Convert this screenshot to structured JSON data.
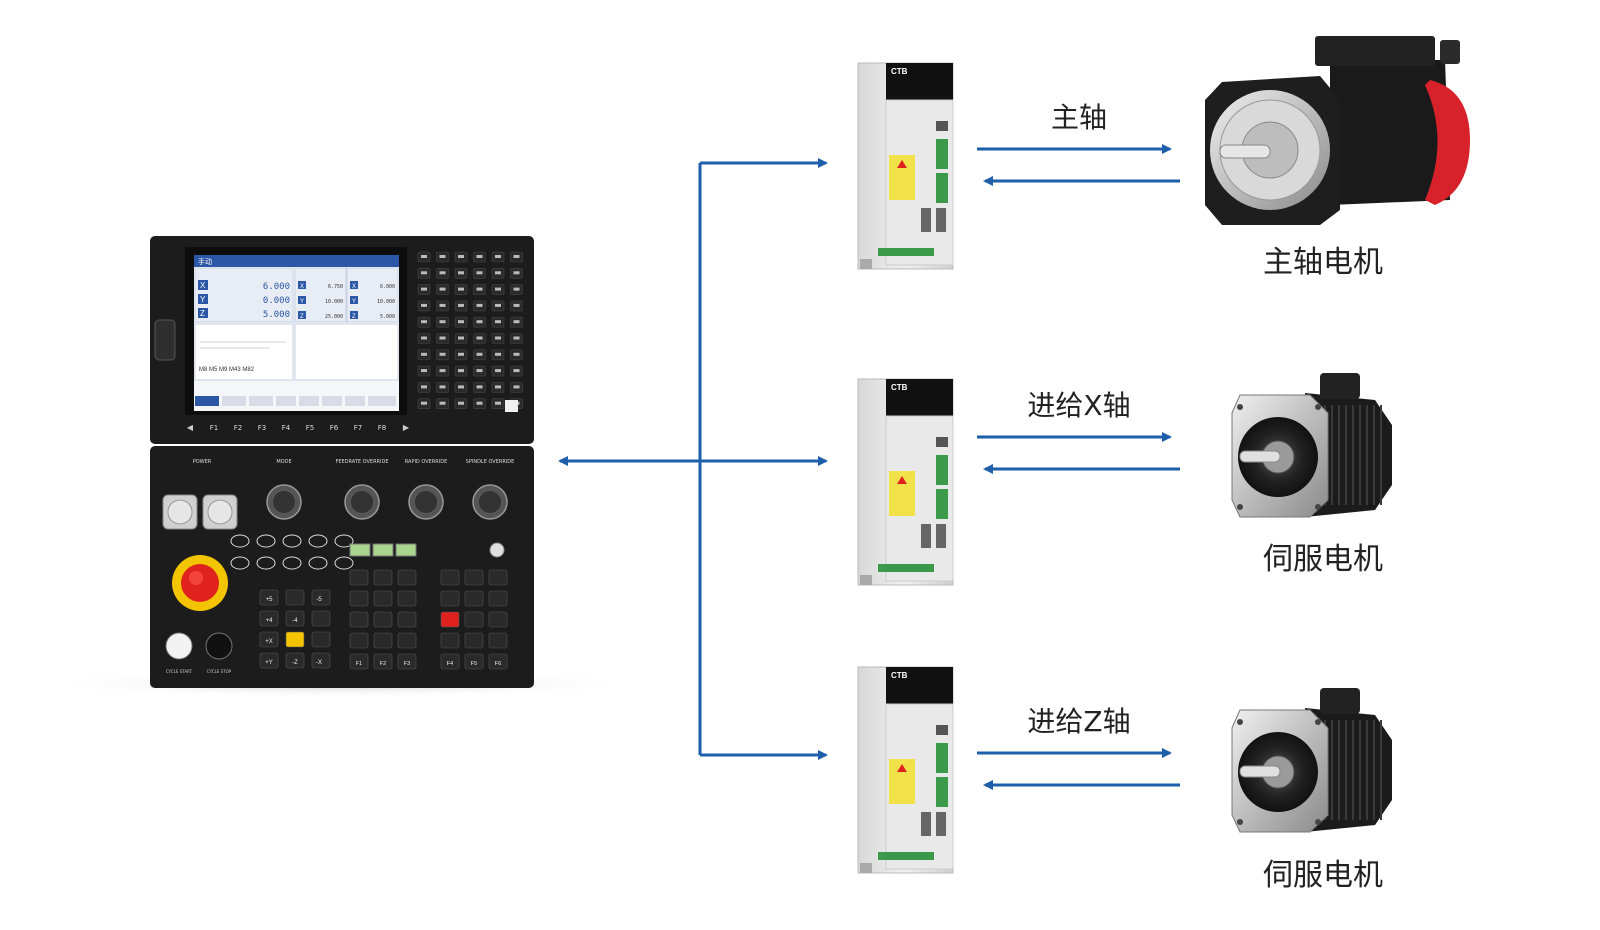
{
  "flow_labels": {
    "spindle": "主轴",
    "feed_x": "进给X轴",
    "feed_z": "进给Z轴"
  },
  "motor_labels": {
    "spindle_motor": "主轴电机",
    "servo_motor_x": "伺服电机",
    "servo_motor_z": "伺服电机"
  },
  "drive": {
    "brand": "CTB"
  },
  "cnc": {
    "screen": {
      "mode": "手动",
      "axes": [
        {
          "name": "X",
          "value": "6.000"
        },
        {
          "name": "Y",
          "value": "0.000"
        },
        {
          "name": "Z",
          "value": "5.000"
        }
      ],
      "machine_coords": [
        {
          "name": "X",
          "value": "6.750"
        },
        {
          "name": "Y",
          "value": "10.000"
        },
        {
          "name": "Z",
          "value": "25.000"
        }
      ],
      "remain_coords": [
        {
          "name": "X",
          "value": "6.000"
        },
        {
          "name": "Y",
          "value": "10.000"
        },
        {
          "name": "Z",
          "value": "5.000"
        }
      ],
      "program_line": "M8 M5 M9 M43 M82"
    },
    "fkeys": [
      "F1",
      "F2",
      "F3",
      "F4",
      "F5",
      "F6",
      "F7",
      "F8"
    ],
    "panel_titles": {
      "power": "POWER",
      "mode": "MODE",
      "feedrate": "FEEDRATE OVERRIDE",
      "rapid": "RAPID OVERRIDE",
      "spindle": "SPINDLE OVERRIDE",
      "cycle_start": "CYCLE START",
      "cycle_stop": "CYCLE STOP"
    },
    "jog_keys": [
      "+5",
      "+4",
      "+X",
      "+Y",
      "-5",
      "-4",
      "-Z",
      "-X"
    ],
    "bottom_fkeys": [
      "F1",
      "F2",
      "F3",
      "F4",
      "F5",
      "F6"
    ]
  },
  "colors": {
    "arrow_blue": "#1d5fa8",
    "motor_red": "#d8222b",
    "panel_black": "#1c1c1c",
    "screen_blue": "#2c56a6",
    "estop_red": "#e0221f",
    "estop_yellow": "#f2c500",
    "jog_yellow": "#f5c400"
  }
}
